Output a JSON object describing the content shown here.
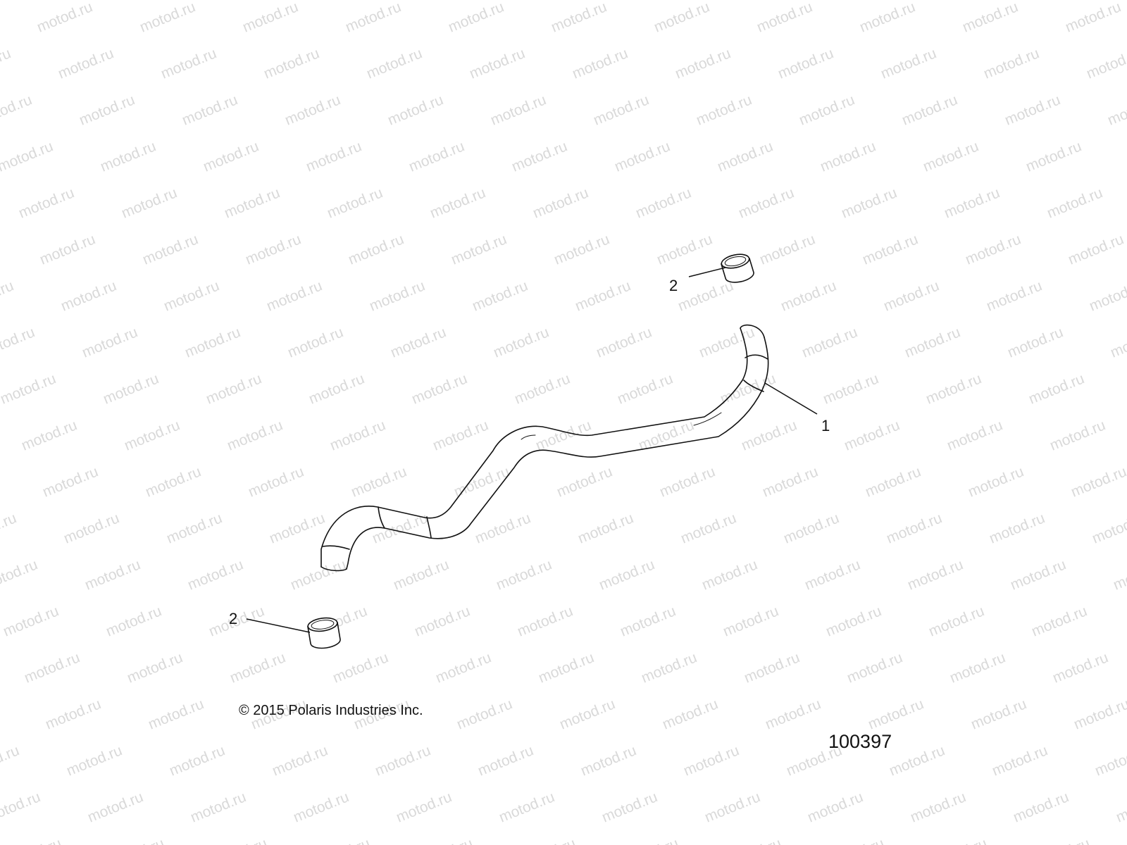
{
  "watermark": {
    "text": "motod.ru",
    "color": "#d9d9d9"
  },
  "callouts": [
    {
      "number": "1",
      "part": "hose"
    },
    {
      "number": "2",
      "part": "clamp-upper"
    },
    {
      "number": "2",
      "part": "clamp-lower"
    }
  ],
  "footer": {
    "copyright": "© 2015 Polaris Industries Inc.",
    "reference_number": "100397"
  },
  "colors": {
    "line": "#111111",
    "background": "#ffffff"
  }
}
